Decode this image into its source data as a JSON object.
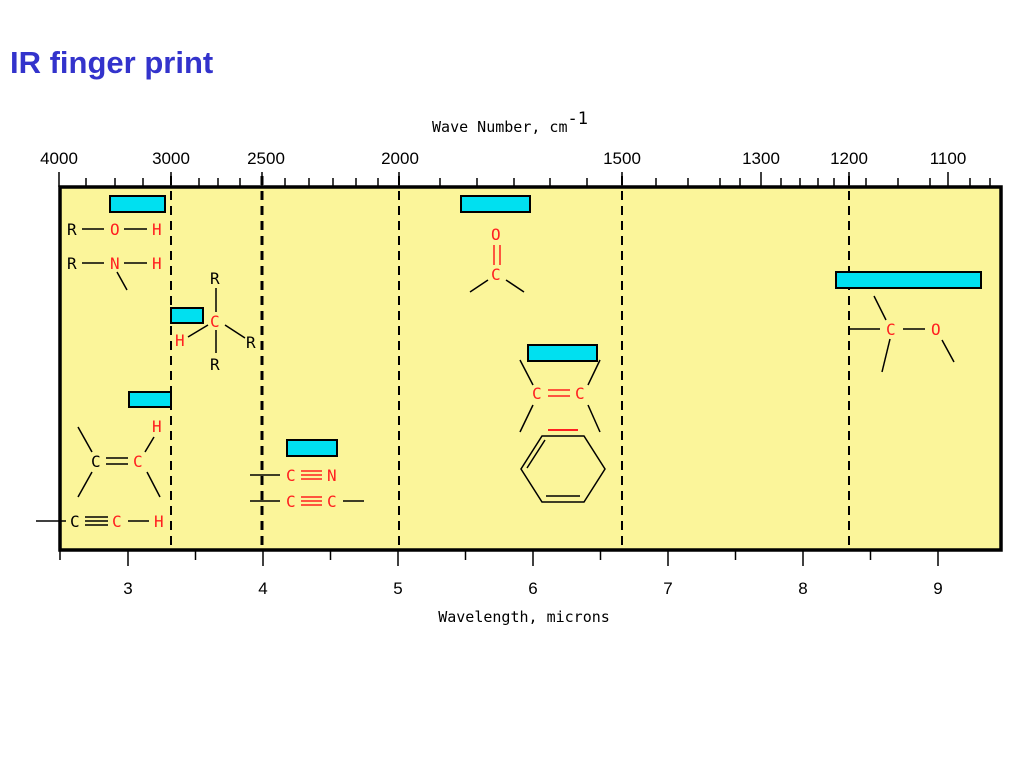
{
  "slide": {
    "title": "IR finger print"
  },
  "chart": {
    "top_axis_label": "Wave Number, cm",
    "top_axis_sup": "-1",
    "bottom_axis_label": "Wavelength, microns",
    "top_ticks": [
      "4000",
      "3000",
      "2500",
      "2000",
      "1500",
      "1300",
      "1200",
      "1100"
    ],
    "bottom_ticks": [
      "3",
      "4",
      "5",
      "6",
      "7",
      "8",
      "9"
    ],
    "colors": {
      "panel": "#fbf59a",
      "band": "#00e0f0",
      "atom_red": "#ff2020",
      "title_blue": "#3333cc"
    }
  },
  "groups": {
    "oh": {
      "r": "R",
      "o": "O",
      "h": "H"
    },
    "nh": {
      "r": "R",
      "n": "N",
      "h": "H"
    },
    "ch": {
      "r_top": "R",
      "c": "C",
      "h": "H",
      "r_right": "R",
      "r_bottom": "R"
    },
    "alkene_ch": {
      "c1": "C",
      "c2": "C",
      "h": "H"
    },
    "alkyne_ch": {
      "c1": "C",
      "c2": "C",
      "h": "H"
    },
    "nitrile": {
      "c": "C",
      "n": "N"
    },
    "alkyne": {
      "c1": "C",
      "c2": "C"
    },
    "carbonyl": {
      "o": "O",
      "c": "C"
    },
    "alkene": {
      "c1": "C",
      "c2": "C"
    },
    "co": {
      "c": "C",
      "o": "O"
    }
  }
}
